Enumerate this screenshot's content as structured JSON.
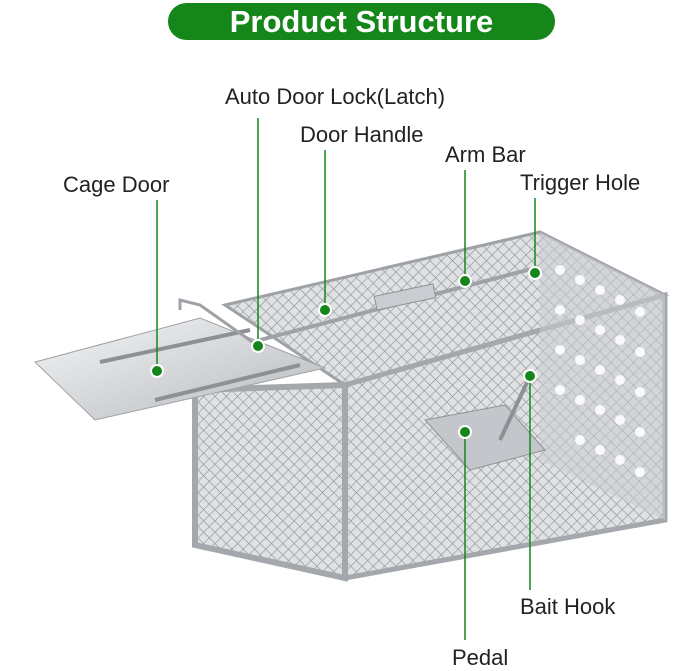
{
  "title": "Product Structure",
  "labels": {
    "auto_door_lock": "Auto Door Lock(Latch)",
    "door_handle": "Door Handle",
    "arm_bar": "Arm Bar",
    "trigger_hole": "Trigger Hole",
    "cage_door": "Cage Door",
    "bait_hook": "Bait Hook",
    "pedal": "Pedal"
  },
  "colors": {
    "accent": "#15871a",
    "metal": "#b9bcc0"
  }
}
